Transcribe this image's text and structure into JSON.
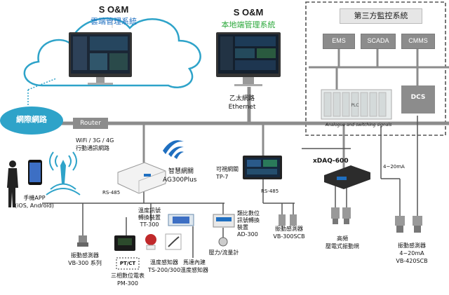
{
  "cloud": {
    "title": "S O&M",
    "subtitle": "雲端管理系統"
  },
  "local": {
    "title": "S O&M",
    "subtitle": "本地端管理系統"
  },
  "third_party": {
    "title": "第三方監控系統",
    "ems": "EMS",
    "scada": "SCADA",
    "cmms": "CMMS",
    "dcs": "DCS",
    "plc": "PLC",
    "plc_caption": "Analogue and switching signals"
  },
  "internet": {
    "label": "網際網路"
  },
  "router": {
    "label": "Router"
  },
  "ethernet": {
    "line1": "乙太網路",
    "line2": "Ethernet"
  },
  "wireless": {
    "line1": "WiFi / 3G / 4G",
    "line2": "行動通訊網路"
  },
  "app": {
    "line1": "手機APP",
    "line2": "(iOS, Android)"
  },
  "gateway": {
    "line1": "智慧網關",
    "line2": "AG300Plus"
  },
  "tp7": {
    "line1": "可視網關",
    "line2": "TP-7"
  },
  "rs485_a": "RS-485",
  "rs485_b": "RS-485",
  "xdaq": {
    "label": "xDAQ-600"
  },
  "ma_label": "4~20mA",
  "vb300": {
    "line1": "振動感測器",
    "line2": "VB-300 系列"
  },
  "tt300": {
    "line1": "溫度訊號",
    "line2": "轉換裝置",
    "line3": "TT-300"
  },
  "ad300": {
    "line1": "類比數位",
    "line2": "訊號轉換",
    "line3": "裝置",
    "line4": "AD-300"
  },
  "vb300scb": {
    "line1": "振動感測器",
    "line2": "VB-300SCB"
  },
  "pressure": {
    "label": "壓力/流量計"
  },
  "ptct": {
    "label": "PT/CT"
  },
  "pm300": {
    "line1": "三相數位電表",
    "line2": "PM-300"
  },
  "ts200": {
    "line1": "溫度感知器",
    "line2": "TS-200/300"
  },
  "motor": {
    "line1": "馬達內建",
    "line2": "溫度感知器"
  },
  "piezo": {
    "line1": "高頻",
    "line2": "壓電式振動規"
  },
  "vb420": {
    "line1": "振動感測器",
    "line2": "4~20mA",
    "line3": "VB-420SCB"
  },
  "colors": {
    "cloud_blue": "#1f6fc0",
    "line_gray": "#8c8c8c",
    "accent_green": "#2aa83a",
    "teal": "#2ea3c9"
  }
}
